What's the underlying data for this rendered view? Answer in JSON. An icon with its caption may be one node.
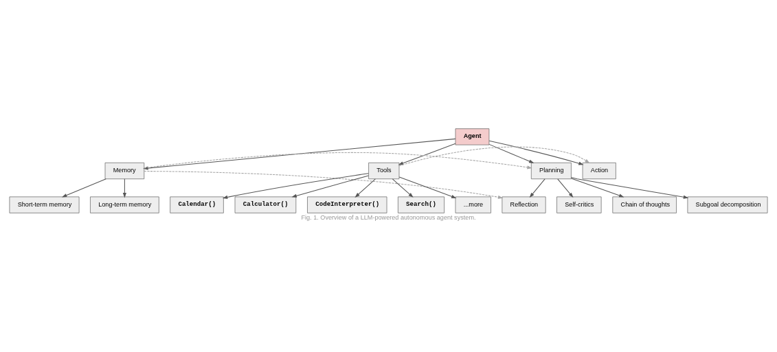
{
  "diagram": {
    "caption": "Fig. 1. Overview of a LLM-powered autonomous agent system.",
    "nodes": [
      {
        "text": [
          "Agent"
        ]
      },
      {
        "text": [
          "Memory"
        ]
      },
      {
        "text": [
          "Short-term memory"
        ]
      },
      {
        "text": [
          "Long-term memory"
        ]
      },
      {
        "text": [
          "Tools"
        ]
      },
      {
        "text": [
          "Planning"
        ]
      },
      {
        "text": [
          "Action"
        ]
      },
      {
        "text": [
          "Calendar()"
        ]
      },
      {
        "text": [
          "Calculator()"
        ]
      },
      {
        "text": [
          "CodeInterpreter()"
        ]
      },
      {
        "text": [
          "Search()"
        ]
      },
      {
        "text": [
          "...more"
        ]
      },
      {
        "text": [
          "Reflection"
        ]
      },
      {
        "text": [
          "Self-critics"
        ]
      },
      {
        "text": [
          "Chain of thoughts"
        ]
      },
      {
        "text": [
          "Subgoal decomposition"
        ]
      }
    ],
    "edges": [
      {
        "from": 0,
        "to": 1,
        "arrow": "to"
      },
      {
        "from": 1,
        "to": 2,
        "arrow": "to"
      },
      {
        "from": 1,
        "to": 3,
        "arrow": "to"
      },
      {
        "from": 0,
        "to": 4,
        "arrow": "to"
      },
      {
        "from": 0,
        "to": 5,
        "arrow": "to"
      },
      {
        "from": 0,
        "to": 6,
        "arrow": "to"
      },
      {
        "from": 4,
        "to": 7,
        "arrow": "to"
      },
      {
        "from": 4,
        "to": 8,
        "arrow": "to"
      },
      {
        "from": 4,
        "to": 9,
        "arrow": "to"
      },
      {
        "from": 4,
        "to": 10,
        "arrow": "to"
      },
      {
        "from": 4,
        "to": 11,
        "arrow": "to"
      },
      {
        "from": 5,
        "to": 12,
        "arrow": "to"
      },
      {
        "from": 5,
        "to": 13,
        "arrow": "to"
      },
      {
        "from": 5,
        "to": 14,
        "arrow": "to"
      },
      {
        "from": 5,
        "to": 15,
        "arrow": "to"
      },
      {
        "from": 1,
        "to": 5,
        "arrow": "to",
        "style": "dashed",
        "color": "#a6a6a6"
      },
      {
        "from": 1,
        "to": 12,
        "arrow": "to",
        "style": "dashed",
        "color": "#a6a6a6"
      },
      {
        "from": 4,
        "to": 6,
        "arrow": "to",
        "style": "dashed",
        "color": "#a6a6a6"
      }
    ]
  }
}
